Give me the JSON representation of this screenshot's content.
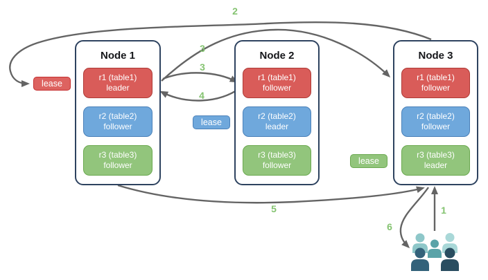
{
  "diagram": {
    "nodes": [
      {
        "title": "Node 1",
        "replicas": [
          {
            "name": "r1 (table1)",
            "role": "leader",
            "color": "red"
          },
          {
            "name": "r2 (table2)",
            "role": "follower",
            "color": "blue"
          },
          {
            "name": "r3 (table3)",
            "role": "follower",
            "color": "green"
          }
        ]
      },
      {
        "title": "Node 2",
        "replicas": [
          {
            "name": "r1 (table1)",
            "role": "follower",
            "color": "red"
          },
          {
            "name": "r2 (table2)",
            "role": "leader",
            "color": "blue"
          },
          {
            "name": "r3 (table3)",
            "role": "follower",
            "color": "green"
          }
        ]
      },
      {
        "title": "Node 3",
        "replicas": [
          {
            "name": "r1 (table1)",
            "role": "follower",
            "color": "red"
          },
          {
            "name": "r2 (table2)",
            "role": "follower",
            "color": "blue"
          },
          {
            "name": "r3 (table3)",
            "role": "leader",
            "color": "green"
          }
        ]
      }
    ],
    "leases": [
      {
        "label": "lease",
        "color": "red"
      },
      {
        "label": "lease",
        "color": "blue"
      },
      {
        "label": "lease",
        "color": "green"
      }
    ],
    "steps": [
      {
        "label": "1"
      },
      {
        "label": "2"
      },
      {
        "label": "3"
      },
      {
        "label": "3"
      },
      {
        "label": "4"
      },
      {
        "label": "5"
      },
      {
        "label": "6"
      }
    ],
    "icons": {
      "clients": "users-icon"
    },
    "colors": {
      "replica_red": "#d95c59",
      "replica_blue": "#6fa8dc",
      "replica_green": "#92c57c",
      "node_border": "#2d425f",
      "arrow": "#646464",
      "step_label": "#84c370",
      "users_light_teal": "#a9d8d8",
      "users_medium_teal": "#5aa3a8",
      "users_dark_slate": "#2d5166"
    }
  }
}
